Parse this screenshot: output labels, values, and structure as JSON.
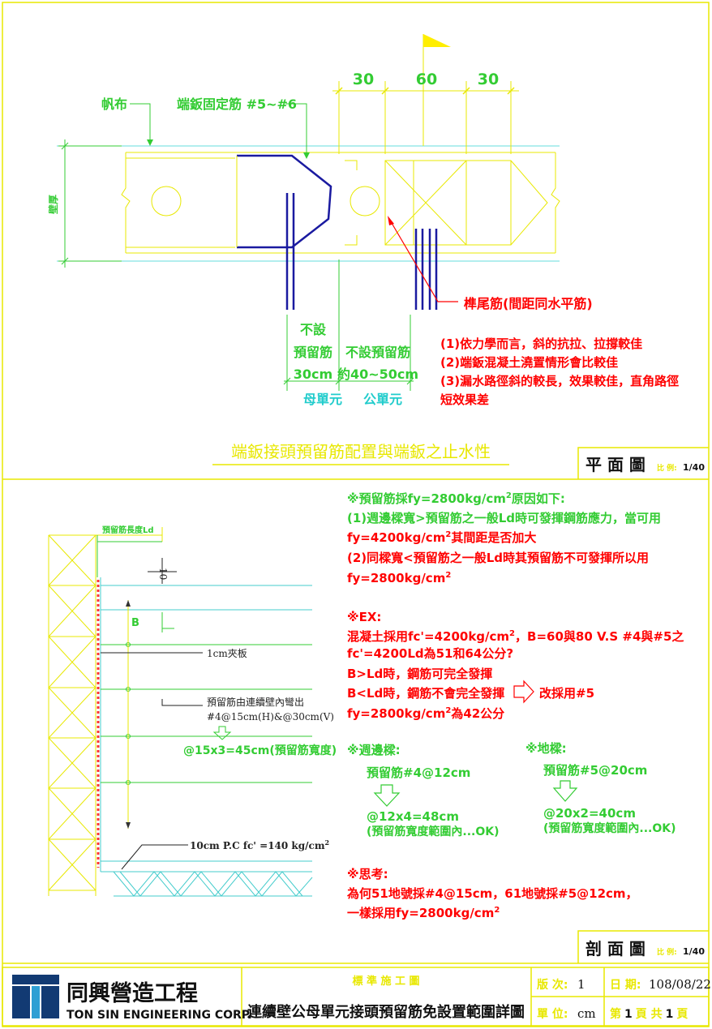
{
  "plan": {
    "dim_30_a": "30",
    "dim_60": "60",
    "dim_30_b": "30",
    "label_canvas": "帆布",
    "label_fix_bar": "端鈑固定筋 #5~#6",
    "label_wall_thickness": "壁厚",
    "label_tenon_bar": "榫尾筋(間距同水平筋)",
    "no_bar_1": "不設",
    "no_bar_2": "預留筋",
    "no_bar_3": "30cm",
    "no_bar_4": "不設預留筋",
    "no_bar_5": "約40~50cm",
    "female_unit": "母單元",
    "male_unit": "公單元",
    "notes": [
      "(1)依力學而言，斜的抗拉、拉撐較佳",
      "(2)端鈑混凝土澆置情形會比較佳",
      "(3)漏水路徑斜的較長，效果較佳，直角路徑",
      "短效果差"
    ],
    "section_title": "端鈑接頭預留筋配置與端鈑之止水性",
    "view_title": "平 面 圖",
    "scale_label": "比 例:",
    "scale_value": "1/40"
  },
  "section": {
    "label_ld": "預留筋長度Ld",
    "label_10": "10",
    "label_b": "B",
    "label_plate": "1cm夾板",
    "label_bar_1": "預留筋由連續壁內彎出",
    "label_bar_2": "#4@15cm(H)&@30cm(V)",
    "label_width": "@15x3=45cm(預留筋寬度)",
    "label_pc": "10cm  P.C fc' =140 kg/cm",
    "label_pc_sup": "2",
    "view_title": "剖 面 圖",
    "scale_label": "比 例:",
    "scale_value": "1/40"
  },
  "notes": {
    "n1": "※預留筋採fy=2800kg/cm",
    "n1_sup": "2",
    "n1_tail": "原因如下:",
    "n2": "(1)週邊樑寬>預留筋之一般Ld時可發揮鋼筋應力，當可用",
    "n3a": "fy=4200kg/cm",
    "n3_sup": "2",
    "n3b": "其間距是否加大",
    "n4": "(2)同樑寬<預留筋之一般Ld時其預留筋不可發揮所以用",
    "n5a": "fy=2800kg/cm",
    "n5_sup": "2",
    "ex_title": "※EX:",
    "ex1a": "混凝土採用fc'=4200kg/cm",
    "ex1_sup": "2",
    "ex1b": "，B=60與80 V.S #4與#5之",
    "ex2": "fc'=4200Ld為51和64公分?",
    "ex3": "B>Ld時，鋼筋可完全發揮",
    "ex4": "B<Ld時，鋼筋不會完全發揮",
    "ex4_tail": "改採用#5",
    "ex5a": "fy=2800kg/cm",
    "ex5_sup": "2",
    "ex5b": "為42公分",
    "perimeter_title": "※週邊樑:",
    "perimeter_1": "預留筋#4@12cm",
    "perimeter_2": "@12x4=48cm",
    "perimeter_3": "(預留筋寬度範圍內...OK)",
    "ground_title": "※地樑:",
    "ground_1": "預留筋#5@20cm",
    "ground_2": "@20x2=40cm",
    "ground_3": "(預留筋寬度範圍內...OK)",
    "think_title": "※思考:",
    "think_1": "為何51地號採#4@15cm，61地號採#5@12cm，",
    "think_2a": "一樣採用fy=2800kg/cm",
    "think_2_sup": "2"
  },
  "titleblock": {
    "company_cn": "同興營造工程",
    "company_en": "TON SIN ENGINEERING CORP.",
    "std_label": "標 準 施 工 圖",
    "drawing_title": "連續壁公母單元接頭預留筋免設置範圍詳圖",
    "version_label": "版  次:",
    "version_value": "1",
    "date_label": "日  期:",
    "date_value": "108/08/22",
    "unit_label": "單  位:",
    "unit_value": "cm",
    "page_prefix": "第",
    "page_num": "1",
    "page_mid": "頁  共",
    "page_total": "1",
    "page_suffix": "頁"
  },
  "colors": {
    "frame": "#ffff00",
    "green": "#33cc33",
    "red": "#ff0000",
    "blue": "#0000aa",
    "cyan": "#00cccc",
    "navy": "#123a73"
  }
}
